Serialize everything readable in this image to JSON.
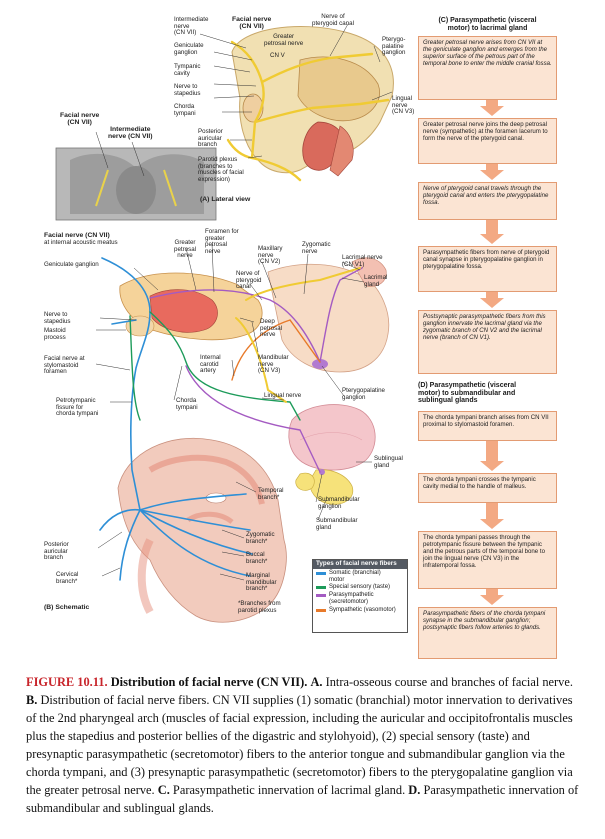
{
  "panel_a": {
    "title": "(A) Lateral view",
    "labels": {
      "intermediate_nerve": "Intermediate\nnerve\n(CN VII)",
      "facial_nerve_top": "Facial nerve\n(CN VII)",
      "nerve_pterygoid_canal": "Nerve of\npterygoid canal",
      "greater_petrosal": "Greater\npetrosal nerve",
      "cn_v": "CN V",
      "pterygopalatine_ganglion": "Pterygo-\npalatine\nganglion",
      "geniculate_ganglion": "Geniculate\nganglion",
      "tympanic_cavity": "Tympanic\ncavity",
      "nerve_to_stapedius": "Nerve to\nstapedius",
      "chorda_tympani": "Chorda\ntympani",
      "posterior_auricular_branch": "Posterior\nauricular\nbranch",
      "parotid_plexus": "Parotid plexus\n(branches to\nmuscles of facial\nexpression)",
      "lingual_nerve": "Lingual\nnerve\n(CN V3)",
      "facial_nerve_left": "Facial nerve\n(CN VII)",
      "intermediate_nerve_left": "Intermediate\nnerve (CN VII)"
    }
  },
  "panel_b": {
    "title": "(B) Schematic",
    "labels": {
      "facial_nerve_iam": "Facial nerve (CN VII)",
      "facial_nerve_iam_sub": "at internal acoustic meatus",
      "geniculate_ganglion": "Geniculate ganglion",
      "greater_petrosal_nerve": "Greater\npetrosal\nnerve",
      "foramen_greater_petrosal": "Foramen for\ngreater\npetrosal\nnerve",
      "maxillary_nerve": "Maxillary\nnerve\n(CN V2)",
      "zygomatic_nerve": "Zygomatic\nnerve",
      "nerve_pterygoid_canal": "Nerve of\npterygoid\ncanal",
      "lacrimal_nerve": "Lacrimal nerve\n(CN V1)",
      "lacrimal_gland": "Lacrimal\ngland",
      "nerve_to_stapedius": "Nerve to\nstapedius",
      "mastoid_process": "Mastoid\nprocess",
      "deep_petrosal_nerve": "Deep\npetrosal\nnerve",
      "facial_nerve_stylomastoid": "Facial nerve at\nstylomastoid\nforamen",
      "internal_carotid_artery": "Internal\ncarotid\nartery",
      "mandibular_nerve": "Mandibular\nnerve\n(CN V3)",
      "lingual_nerve": "Lingual nerve",
      "petrotympanic_fissure": "Petrotympanic\nfissure for\nchorda tympani",
      "chorda_tympani": "Chorda\ntympani",
      "pterygopalatine_ganglion": "Pterygopalatine\nganglion",
      "sublingual_gland": "Sublingual\ngland",
      "temporal_branch": "Temporal\nbranch*",
      "submandibular_ganglion": "Submandibular\nganglion",
      "submandibular_gland": "Submandibular\ngland",
      "posterior_auricular_branch": "Posterior\nauricular\nbranch",
      "zygomatic_branch": "Zygomatic\nbranch*",
      "buccal_branch": "Buccal\nbranch*",
      "cervical_branch": "Cervical\nbranch*",
      "marginal_mandibular_branch": "Marginal\nmandibular\nbranch*",
      "branches_note": "*Branches from\nparotid plexus"
    }
  },
  "legend": {
    "title": "Types of facial nerve fibers",
    "items": [
      {
        "label": "Somatic (branchial)\nmotor",
        "color": "#2e8fd6"
      },
      {
        "label": "Special sensory (taste)",
        "color": "#1d9b5a"
      },
      {
        "label": "Parasympathetic\n(secretomotor)",
        "color": "#a45bc2"
      },
      {
        "label": "Sympathetic (vasomotor)",
        "color": "#e87a2a"
      }
    ]
  },
  "panel_c": {
    "heading": "(C) Parasympathetic (visceral\nmotor) to lacrimal gland",
    "steps": [
      "Greater petrosal nerve arises from CN VII at the geniculate ganglion and emerges from the superior surface of the petrous part of the temporal bone to enter the middle cranial fossa.",
      "Greater petrosal nerve joins the deep petrosal nerve (sympathetic) at the foramen lacerum to form the nerve of the pterygoid canal.",
      "Nerve of pterygoid canal travels through the pterygoid canal and enters the pterygopalatine fossa.",
      "Parasympathetic fibers from nerve of pterygoid canal synapse in pterygopalatine ganglion in pterygopalatine fossa.",
      "Postsynaptic parasympathetic fibers from this ganglion innervate the lacrimal gland via the zygomatic branch of CN V2 and the lacrimal nerve (branch of CN V1)."
    ]
  },
  "panel_d": {
    "heading": "(D) Parasympathetic (visceral\nmotor) to submandibular and\nsublingual glands",
    "steps": [
      "The chorda tympani branch arises from CN VII proximal to stylomastoid foramen.",
      "The chorda tympani crosses the tympanic cavity medial to the handle of malleus.",
      "The chorda tympani passes through the petrotympanic fissure between the tympanic and the petrous parts of the temporal bone to join the lingual nerve (CN V3) in the infratemporal fossa.",
      "Parasympathetic fibers of the chorda tympani synapse in the submandibular ganglion; postsynaptic fibers follow arteries to glands."
    ]
  },
  "caption": {
    "figure_label": "FIGURE 10.11.",
    "title": "Distribution of facial nerve (CN VII).",
    "a_label": "A.",
    "a_text": "Intra-osseous course and branches of facial nerve.",
    "b_label": "B.",
    "b_text": "Distribution of facial nerve fibers. CN VII supplies (1) somatic (branchial) motor innervation to derivatives of the 2nd pharyngeal arch (muscles of facial expression, including the auricular and occipitofrontalis muscles plus the stapedius and posterior bellies of the digastric and stylohyoid), (2) special sensory (taste) and presynaptic parasympathetic (secretomotor) fibers to the anterior tongue and submandibular ganglion via the chorda tympani, and (3) presynaptic parasympathetic (secretomotor) fibers to the pterygopalatine ganglion via the greater petrosal nerve.",
    "c_label": "C.",
    "c_text": "Parasympathetic innervation of lacrimal gland.",
    "d_label": "D.",
    "d_text": "Parasympathetic innervation of submandibular and sublingual glands."
  }
}
